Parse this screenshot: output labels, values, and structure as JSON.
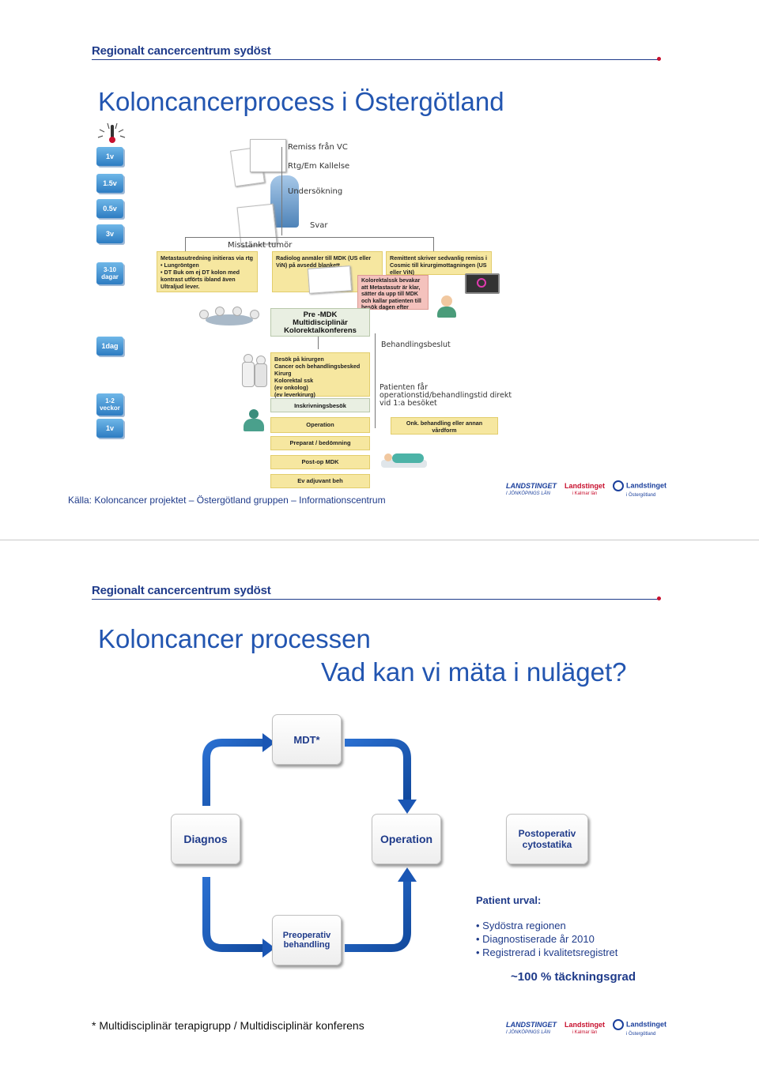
{
  "slide1": {
    "org_name": "Regionalt cancercentrum sydöst",
    "title": "Koloncancerprocess i Östergötland",
    "timeline": [
      "1v",
      "1.5v",
      "0.5v",
      "3v",
      "3-10 dagar",
      "1dag",
      "1-2 veckor",
      "1v"
    ],
    "steps": {
      "remiss": "Remiss från VC",
      "kallelse": "Rtg/Em Kallelse",
      "undersokning": "Undersökning",
      "svar": "Svar",
      "misstankt": "Misstänkt tumör",
      "behandlingsbeslut": "Behandlingsbeslut",
      "patienten": "Patienten får operationstid/behandlingstid direkt vid 1:a besöket"
    },
    "boxes": {
      "metastas": "Metastasutredning initieras via rtg\n• Lungröntgen\n• DT Buk om ej DT kolon med kontrast utförts ibland även Ultraljud lever.",
      "radiolog": "Radiolog anmäler till MDK (US eller ViN) på avsedd blankett.",
      "remittent": "Remittent skriver sedvanlig remiss i Cosmic till kirurgimottagningen (US eller ViN)",
      "kolorektal": "Kolorektalssk bevakar att Metastasutr är klar, sätter da upp till MDK och kallar patienten till besök dagen efter",
      "premdk": "Pre -MDK\nMultidisciplinär\nKolorektalkonferens",
      "besok": "Besök på kirurgen\nCancer och behandlingsbesked\nKirurg\nKolorektal ssk\n(ev onkolog)\n(ev leverkirurg)",
      "inskrivning": "Inskrivningsbesök",
      "operation": "Operation",
      "onk": "Onk. behandling eller annan vårdform",
      "preparat": "Preparat / bedömning",
      "postop": "Post-op MDK",
      "adjuvant": "Ev adjuvant beh"
    },
    "source": "Källa: Koloncancer projektet – Östergötland gruppen – Informationscentrum",
    "logos": {
      "l1": "LANDSTINGET",
      "l1_sub": "I JÖNKÖPINGS LÄN",
      "l2": "Landstinget",
      "l2_sub": "i Kalmar län",
      "l3": "Landstinget",
      "l3_sub": "i Östergötland"
    }
  },
  "slide2": {
    "org_name": "Regionalt cancercentrum sydöst",
    "title_line1": "Koloncancer processen",
    "title_line2": "Vad kan vi mäta i nuläget?",
    "boxes": {
      "mdt": "MDT*",
      "diagnos": "Diagnos",
      "operation": "Operation",
      "postop": "Postoperativ cytostatika",
      "preop": "Preoperativ behandling"
    },
    "urval_heading": "Patient urval:",
    "urval_items": [
      "Sydöstra regionen",
      "Diagnostiserade år 2010",
      "Registrerad i kvalitetsregistret"
    ],
    "coverage": "~100 % täckningsgrad",
    "footnote": "* Multidisciplinär terapigrupp / Multidisciplinär konferens",
    "logos": {
      "l1": "LANDSTINGET",
      "l1_sub": "I JÖNKÖPINGS LÄN",
      "l2": "Landstinget",
      "l2_sub": "i Kalmar län",
      "l3": "Landstinget",
      "l3_sub": "i Östergötland"
    }
  },
  "colors": {
    "title": "#2255b0",
    "org": "#1f3b8a",
    "arrow": "#1f5fc0",
    "accent_red": "#c8102e"
  }
}
